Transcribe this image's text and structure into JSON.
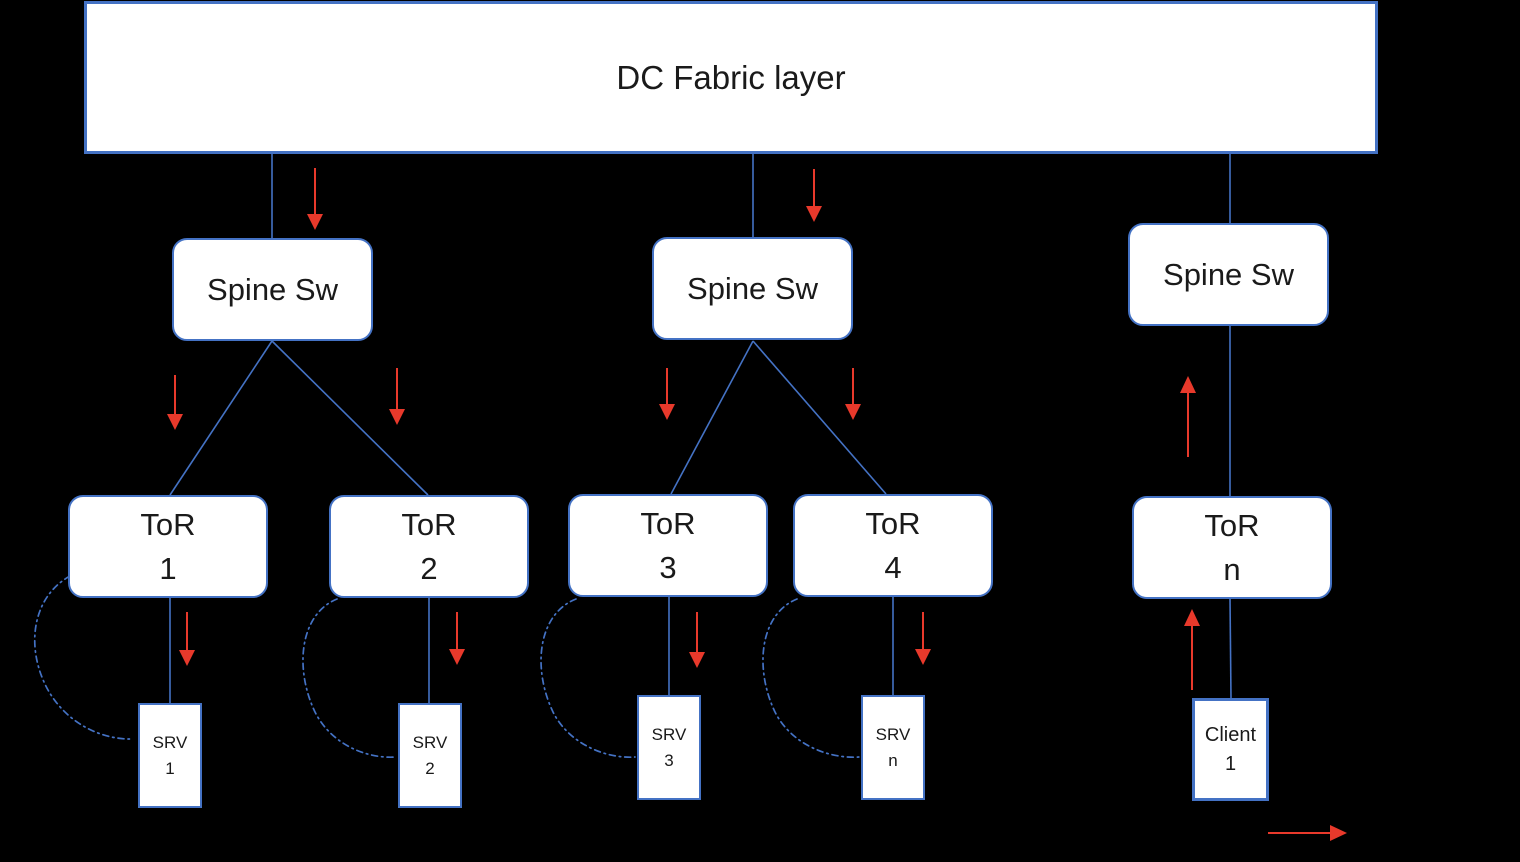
{
  "colors": {
    "accent_blue": "#4472C4",
    "arrow_red": "#E8392B",
    "box_fill": "#FFFFFF",
    "canvas_bg": "#000000",
    "text_ink": "#1A1A1A"
  },
  "fabric": {
    "label": "DC Fabric layer"
  },
  "spines": [
    {
      "label": "Spine Sw"
    },
    {
      "label": "Spine Sw"
    },
    {
      "label": "Spine Sw"
    }
  ],
  "tors": [
    {
      "line1": "ToR",
      "line2": "1"
    },
    {
      "line1": "ToR",
      "line2": "2"
    },
    {
      "line1": "ToR",
      "line2": "3"
    },
    {
      "line1": "ToR",
      "line2": "4"
    },
    {
      "line1": "ToR",
      "line2": "n"
    }
  ],
  "servers": [
    {
      "line1": "SRV",
      "line2": "1"
    },
    {
      "line1": "SRV",
      "line2": "2"
    },
    {
      "line1": "SRV",
      "line2": "3"
    },
    {
      "line1": "SRV",
      "line2": "n"
    }
  ],
  "client": {
    "line1": "Client",
    "line2": "1"
  },
  "icons": {
    "down_arrow": "red-down-arrow",
    "up_arrow": "red-up-arrow",
    "right_arrow": "red-right-arrow",
    "loop": "blue-dashdot-loop"
  }
}
